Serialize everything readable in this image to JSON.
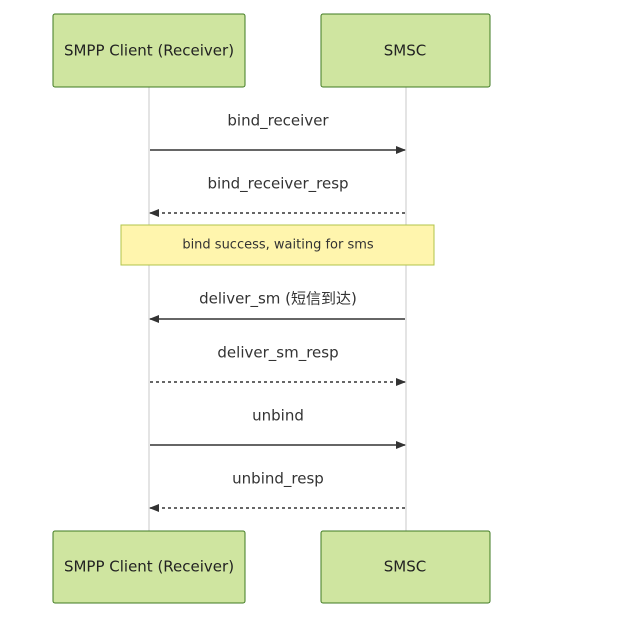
{
  "diagram": {
    "actors": [
      {
        "id": "client",
        "label": "SMPP Client (Receiver)"
      },
      {
        "id": "smsc",
        "label": "SMSC"
      }
    ],
    "note": {
      "text": "bind success, waiting for sms"
    },
    "messages": [
      {
        "id": "bind-receiver",
        "label": "bind_receiver",
        "from": "client",
        "to": "smsc",
        "style": "solid"
      },
      {
        "id": "bind-receiver-resp",
        "label": "bind_receiver_resp",
        "from": "smsc",
        "to": "client",
        "style": "dashed"
      },
      {
        "id": "deliver-sm",
        "label": "deliver_sm (短信到达)",
        "from": "smsc",
        "to": "client",
        "style": "solid"
      },
      {
        "id": "deliver-sm-resp",
        "label": "deliver_sm_resp",
        "from": "client",
        "to": "smsc",
        "style": "dashed"
      },
      {
        "id": "unbind",
        "label": "unbind",
        "from": "client",
        "to": "smsc",
        "style": "solid"
      },
      {
        "id": "unbind-resp",
        "label": "unbind_resp",
        "from": "smsc",
        "to": "client",
        "style": "dashed"
      }
    ],
    "colors": {
      "actor_fill": "#cfe5a0",
      "actor_border": "#3f7a22",
      "note_fill": "#fff5ad",
      "note_border": "#b0c44a",
      "arrow": "#333333",
      "lifeline": "#c9c9c9"
    }
  }
}
